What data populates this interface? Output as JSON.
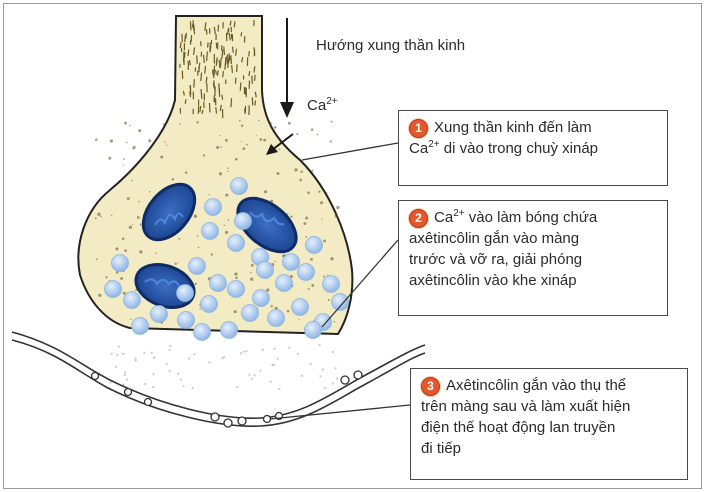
{
  "direction_label": "Hướng xung thần kinh",
  "ion_label": {
    "base": "Ca",
    "charge": "2+"
  },
  "steps": [
    {
      "number": "1",
      "lines": [
        {
          "pre": "Xung thần kinh đến làm",
          "sup": "",
          "post": ""
        },
        {
          "pre": "Ca",
          "sup": "2+",
          "post": " di vào trong chuỳ xináp"
        }
      ]
    },
    {
      "number": "2",
      "lines": [
        {
          "pre": "Ca",
          "sup": "2+",
          "post": " vào làm bóng chứa"
        },
        {
          "pre": "axêtincôlin gắn vào màng",
          "sup": "",
          "post": ""
        },
        {
          "pre": "trước và vỡ ra, giải phóng",
          "sup": "",
          "post": ""
        },
        {
          "pre": "axêtincôlin vào khe xináp",
          "sup": "",
          "post": ""
        }
      ]
    },
    {
      "number": "3",
      "lines": [
        {
          "pre": "Axêtincôlin gắn vào thụ thể",
          "sup": "",
          "post": ""
        },
        {
          "pre": "trên màng sau và làm xuất hiện",
          "sup": "",
          "post": ""
        },
        {
          "pre": "điện thế hoạt động lan truyền",
          "sup": "",
          "post": ""
        },
        {
          "pre": "đi tiếp",
          "sup": "",
          "post": ""
        }
      ]
    }
  ],
  "colors": {
    "terminal_fill": "#f3ebc4",
    "mitochondria": "#1f4fa3",
    "vesicle": "#a9c9ef",
    "badge": "#e4582d"
  }
}
